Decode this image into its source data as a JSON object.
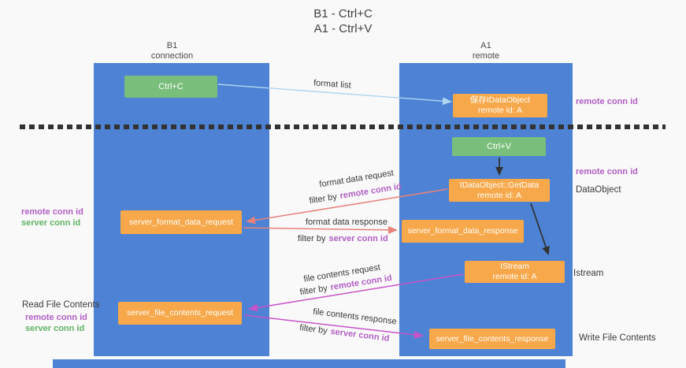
{
  "title": {
    "line1": "B1 - Ctrl+C",
    "line2": "A1 - Ctrl+V"
  },
  "lanes": {
    "left": {
      "name": "B1",
      "subtitle": "connection"
    },
    "right": {
      "name": "A1",
      "subtitle": "remote"
    }
  },
  "nodes": {
    "ctrl_c": {
      "label": "Ctrl+C"
    },
    "save_idataobject": {
      "line1": "保存IDataObject",
      "line2": "remote id: A"
    },
    "ctrl_v": {
      "label": "Ctrl+V"
    },
    "getdata": {
      "line1": "IDataObject::GetData",
      "line2": "remote id: A"
    },
    "server_format_data_request": {
      "label": "server_format_data_request"
    },
    "server_format_data_response": {
      "label": "server_format_data_response"
    },
    "istream": {
      "line1": "IStream",
      "line2": "remote id: A"
    },
    "server_file_contents_request": {
      "label": "server_file_contents_request"
    },
    "server_file_contents_response": {
      "label": "server_file_contents_response"
    }
  },
  "flow_labels": {
    "format_list": "format list",
    "format_data_request": "format data request",
    "format_data_response": "format data response",
    "file_contents_request": "file contents request",
    "file_contents_response": "file contents response",
    "filter_prefix": "filter by",
    "filter_format_request_highlight": "remote conn id",
    "filter_format_response_highlight": "server conn id",
    "filter_file_request_highlight": "remote conn id",
    "filter_file_response_highlight": "server conn id"
  },
  "side_labels": {
    "right_remote_conn_id_top": "remote conn id",
    "right_remote_conn_id_mid": "remote conn id",
    "right_dataobject": "DataObject",
    "right_istream": "Istream",
    "right_write_file_contents": "Write File Contents",
    "left_remote_conn_id_top": "remote conn id",
    "left_server_conn_id_top": "server conn id",
    "left_read_file_contents": "Read File Contents",
    "left_remote_conn_id_bottom": "remote conn id",
    "left_server_conn_id_bottom": "server conn id"
  },
  "colors": {
    "background": "#f9f9f9",
    "lane_blue": "#4d82d4",
    "box_orange": "#f7a84a",
    "box_green": "#79be7b",
    "arrow_red": "#e8827a",
    "arrow_magenta": "#c853c8",
    "arrow_lightblue": "#aed6f1",
    "arrow_black": "#333333",
    "text_purple": "#b25fc4",
    "text_green": "#62b364"
  }
}
